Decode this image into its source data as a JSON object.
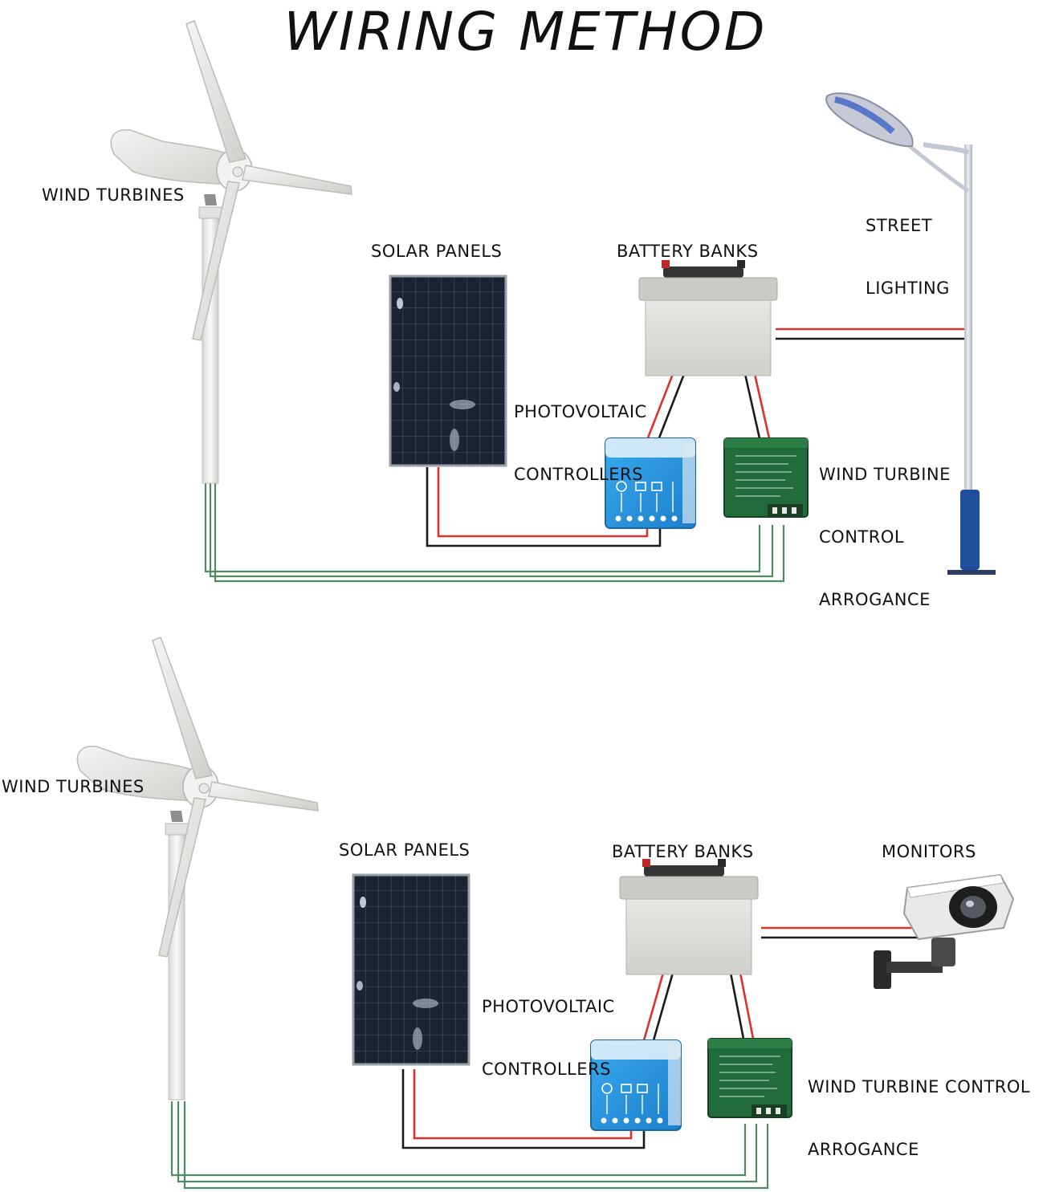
{
  "title": "WIRING METHOD",
  "top": {
    "wind_turbines": "WIND TURBINES",
    "solar_panels": "SOLAR PANELS",
    "battery_banks": "BATTERY BANKS",
    "street": "STREET",
    "lighting": "LIGHTING",
    "photovoltaic": "PHOTOVOLTAIC",
    "controllers": "CONTROLLERS",
    "wind_turbine": "WIND TURBINE",
    "control": "CONTROL",
    "arrogance": "ARROGANCE"
  },
  "bottom": {
    "wind_turbines": "WIND TURBINES",
    "solar_panels": "SOLAR PANELS",
    "battery_banks": "BATTERY BANKS",
    "monitors": "MONITORS",
    "photovoltaic": "PHOTOVOLTAIC",
    "controllers": "CONTROLLERS",
    "wind_turbine_control": "WIND TURBINE CONTROL",
    "arrogance": "ARROGANCE"
  },
  "colors": {
    "wire_red": "#e0302c",
    "wire_black": "#1a1a1a",
    "wire_green": "#4f8a63",
    "solar_panel": "#1d2433",
    "pv_controller": "#2e9be0",
    "wind_controller": "#1f6b35",
    "battery": "#d9dbd5",
    "lamp_pole": "#c9ccd8",
    "lamp_base": "#1f4f9a"
  }
}
